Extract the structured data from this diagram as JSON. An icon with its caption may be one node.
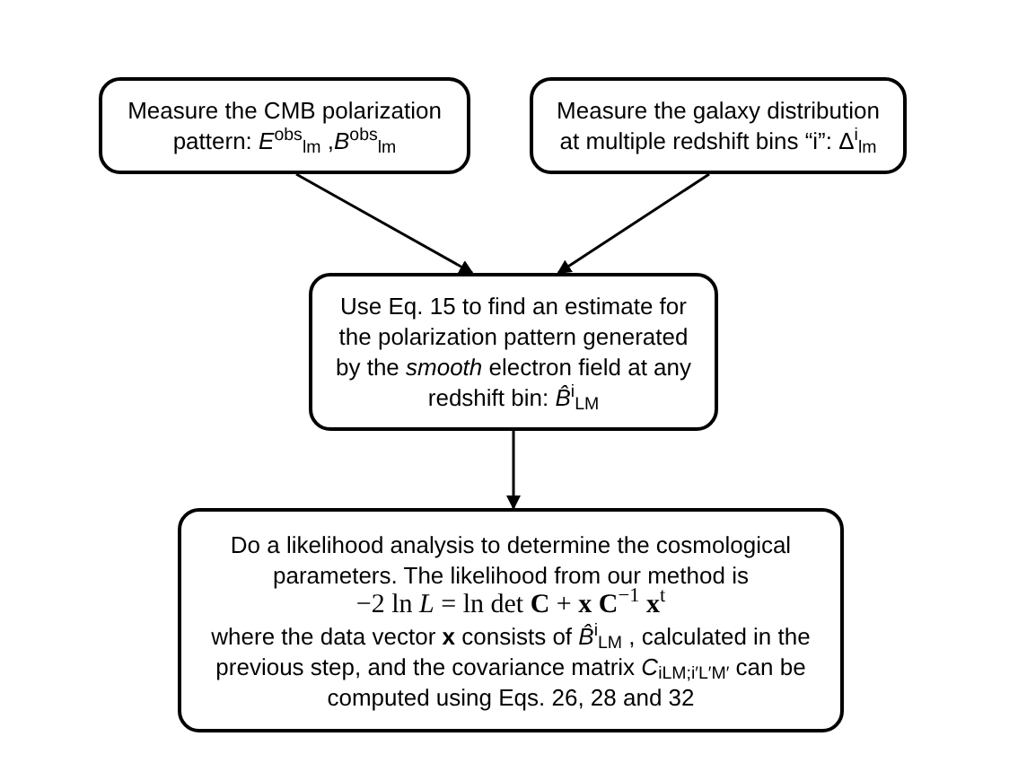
{
  "diagram": {
    "nodes": [
      {
        "text": [
          "Measure the CMB polarization pattern:  *E*$^{obs}$$_{lm}$ ,*B*$^{obs}$$_{lm}$"
        ]
      },
      {
        "text": [
          "Measure the galaxy distribution at multiple redshift bins “i”: Δ$^{i}$$_{lm}$"
        ]
      },
      {
        "text": [
          "Use Eq. 15 to find an estimate for the polarization pattern generated by the *smooth* electron field at any redshift bin: *B̂*$^{i}$$_{LM}$"
        ]
      },
      {
        "text": [
          "Do a likelihood analysis  to determine the cosmological parameters. The likelihood from our method is",
          "−2 ln *L* = ln det **C** + **x** **C**$^{−1}$ **x**$^{t}$",
          "where the data vector **x** consists of *B̂*$^{i}$$_{LM}$ , calculated in the previous step, and the covariance matrix *C*$_{iLM;i′L′M′}$ can be computed using Eqs. 26, 28 and 32"
        ]
      }
    ],
    "edges": [
      {
        "from": 0,
        "to": 2,
        "arrow": "to"
      },
      {
        "from": 1,
        "to": 2,
        "arrow": "to"
      },
      {
        "from": 2,
        "to": 3,
        "arrow": "to"
      }
    ]
  }
}
